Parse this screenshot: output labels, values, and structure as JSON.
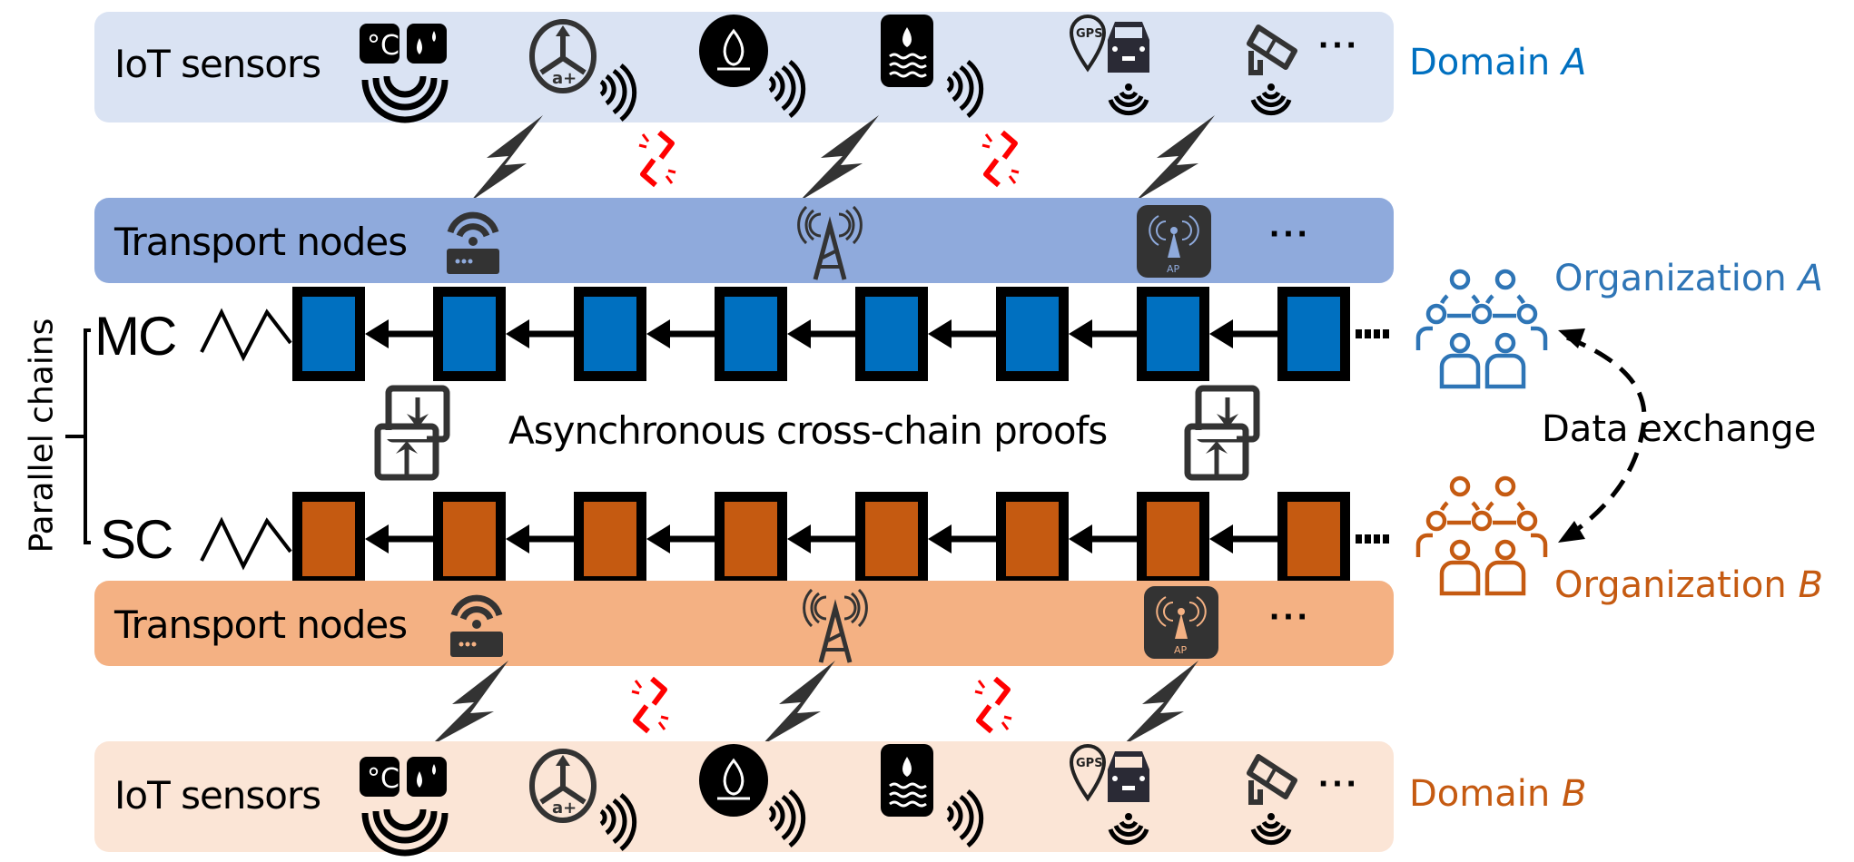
{
  "figure": {
    "domain_a": {
      "iot_label": "IoT sensors",
      "domain_name": "Domain",
      "domain_letter": "A",
      "transport_label": "Transport nodes",
      "band_color": "#dae3f3",
      "transport_color": "#8faadc",
      "accent_color": "#0070c0",
      "ellipsis": "···"
    },
    "domain_b": {
      "iot_label": "IoT sensors",
      "domain_name": "Domain",
      "domain_letter": "B",
      "transport_label": "Transport nodes",
      "band_color": "#fbe5d6",
      "transport_color": "#f4b183",
      "accent_color": "#c55a11",
      "ellipsis": "···"
    },
    "sensors": [
      "temperature-humidity-sensor",
      "accelerometer-sensor",
      "flame-sensor",
      "water-level-sensor",
      "gps-vehicle-sensor",
      "surveillance-camera"
    ],
    "transport_nodes": [
      "wifi-router",
      "cell-tower",
      "access-point"
    ],
    "access_point_label": "AP",
    "gps_label": "GPS",
    "chains": {
      "group_label": "Parallel chains",
      "main_chain": {
        "label": "MC",
        "block_count": 8,
        "color": "#0070c0"
      },
      "side_chain": {
        "label": "SC",
        "block_count": 8,
        "color": "#c55a11"
      },
      "trailing": "····"
    },
    "cross_chain_label": "Asynchronous cross-chain proofs",
    "organizations": {
      "a": {
        "name": "Organization",
        "letter": "A",
        "color": "#2e75b6"
      },
      "b": {
        "name": "Organization",
        "letter": "B",
        "color": "#c55a11"
      }
    },
    "data_exchange_label": "Data exchange",
    "broken_link_color": "#ff0000"
  }
}
